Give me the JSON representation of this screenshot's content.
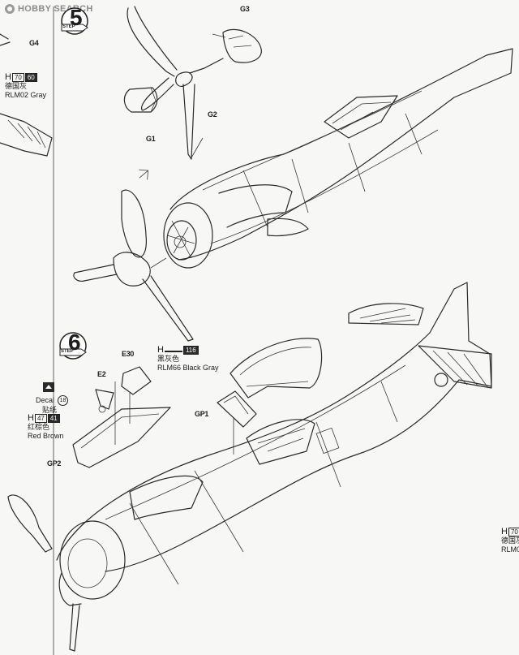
{
  "watermark": {
    "text": "HOBBY SEARCH",
    "icon": "hobby-search-logo"
  },
  "steps": [
    {
      "label": "STEP",
      "number": "5"
    },
    {
      "label": "STEP",
      "number": "6"
    }
  ],
  "part_labels": {
    "g4": "G4",
    "g3": "G3",
    "g1": "G1",
    "g2": "G2",
    "e30": "E30",
    "e2": "E2",
    "gp1": "GP1",
    "gp2": "GP2"
  },
  "paint_callouts": {
    "rlm02": {
      "h": "H",
      "codes": [
        "70",
        "60"
      ],
      "jp": "德国灰",
      "name": "RLM02 Gray"
    },
    "rlm66": {
      "h": "H",
      "codes": [
        "116"
      ],
      "jp": "黑灰色",
      "name": "RLM66 Black Gray"
    },
    "red_brown": {
      "h": "H",
      "codes": [
        "47",
        "41"
      ],
      "jp": "红棕色",
      "name": "Red Brown"
    },
    "right_cut": {
      "h": "H",
      "codes": [
        "70"
      ],
      "jp": "德国灰",
      "name": "RLM0"
    }
  },
  "decal": {
    "label": "Decal",
    "number": "18",
    "jp": "贴纸"
  }
}
